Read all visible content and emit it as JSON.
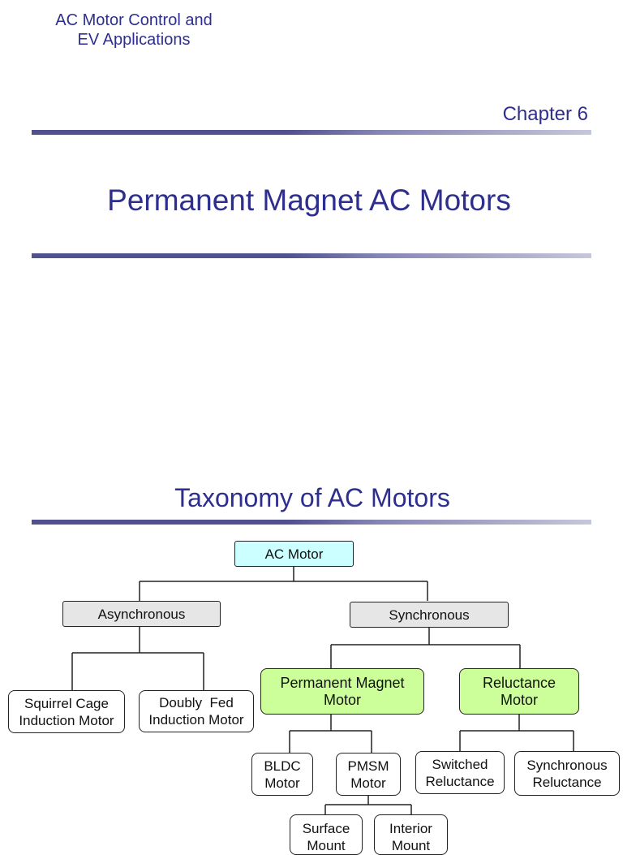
{
  "header": {
    "line1": "AC Motor Control and",
    "line2": "EV Applications"
  },
  "chapter": "Chapter 6",
  "page_title": "Permanent Magnet AC Motors",
  "taxonomy": {
    "title": "Taxonomy of AC Motors",
    "root": "AC Motor",
    "asynchronous": "Asynchronous",
    "synchronous": "Synchronous",
    "squirrel_cage": [
      "Squirrel Cage",
      "Induction Motor"
    ],
    "doubly_fed": [
      "Doubly  Fed",
      "Induction Motor"
    ],
    "permanent_magnet": [
      "Permanent Magnet",
      "Motor"
    ],
    "reluctance": [
      "Reluctance",
      "Motor"
    ],
    "bldc": [
      "BLDC",
      "Motor"
    ],
    "pmsm": [
      "PMSM",
      "Motor"
    ],
    "switched_reluctance": [
      "Switched",
      "Reluctance"
    ],
    "synchronous_reluctance": [
      "Synchronous",
      "Reluctance"
    ],
    "surface": [
      "Surface",
      "Mount"
    ],
    "interior": [
      "Interior",
      "Mount"
    ]
  },
  "colors": {
    "text_blue": "#2e2e8f",
    "root_fill": "#ccffff",
    "category_fill": "#e6e6e6",
    "highlight_fill": "#ccff99",
    "leaf_fill": "#ffffff"
  }
}
